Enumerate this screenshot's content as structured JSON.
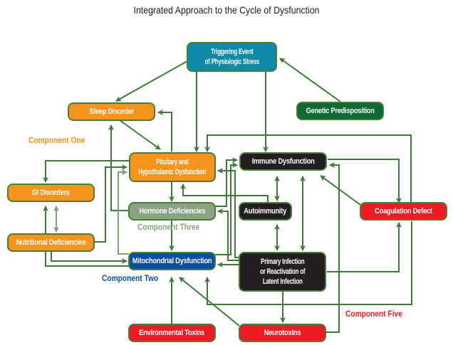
{
  "title": "Integrated Approach to the Cycle of Dysfunction",
  "colors": {
    "edge": "#3d7a38",
    "edge_light": "#7aa36f",
    "component_one": "#f7941d",
    "component_two": "#0a4ea0",
    "component_three": "#8aa383",
    "component_five": "#ed1c24"
  },
  "nodes": {
    "triggering_event": {
      "line1": "Triggering Event",
      "line2": "of Physiologic Stress",
      "color": "#0e8aa8"
    },
    "sleep_disorder": {
      "label": "Sleep Disorder",
      "color": "#f7941d"
    },
    "genetic_predisposition": {
      "label": "Genetic Predisposition",
      "color": "#0b6b34"
    },
    "pituitary": {
      "line1": "Pituitary and",
      "line2": "Hypothalamic  Dysfunction",
      "color": "#f7941d"
    },
    "immune_dysfunction": {
      "label": "Immune Dysfunction",
      "color": "#231f20"
    },
    "gi_disorders": {
      "label": "GI Disorders",
      "color": "#f7941d"
    },
    "hormone_deficiencies": {
      "label": "Hormone Deficiencies",
      "color": "#8aa383"
    },
    "autoimmunity": {
      "label": "Autoimmunity",
      "color": "#231f20"
    },
    "coagulation_defect": {
      "label": "Coagulation Defect",
      "color": "#ed1c24"
    },
    "nutritional_deficiencies": {
      "label": "Nutritional Deficiencies",
      "color": "#f7941d"
    },
    "mitochondrial_dysfunction": {
      "label": "Mitochondrial Dysfunction",
      "color": "#0a4ea0"
    },
    "primary_infection": {
      "line1": "Primary Infection",
      "line2": "or Reactivation of",
      "line3": "Latent Infection",
      "color": "#231f20"
    },
    "environmental_toxins": {
      "label": "Environmental Toxins",
      "color": "#ed1c24"
    },
    "neurotoxins": {
      "label": "Neurotoxins",
      "color": "#ed1c24"
    }
  },
  "component_labels": {
    "one": "Component One",
    "two": "Component Two",
    "three": "Component Three",
    "five": "Component Five"
  }
}
